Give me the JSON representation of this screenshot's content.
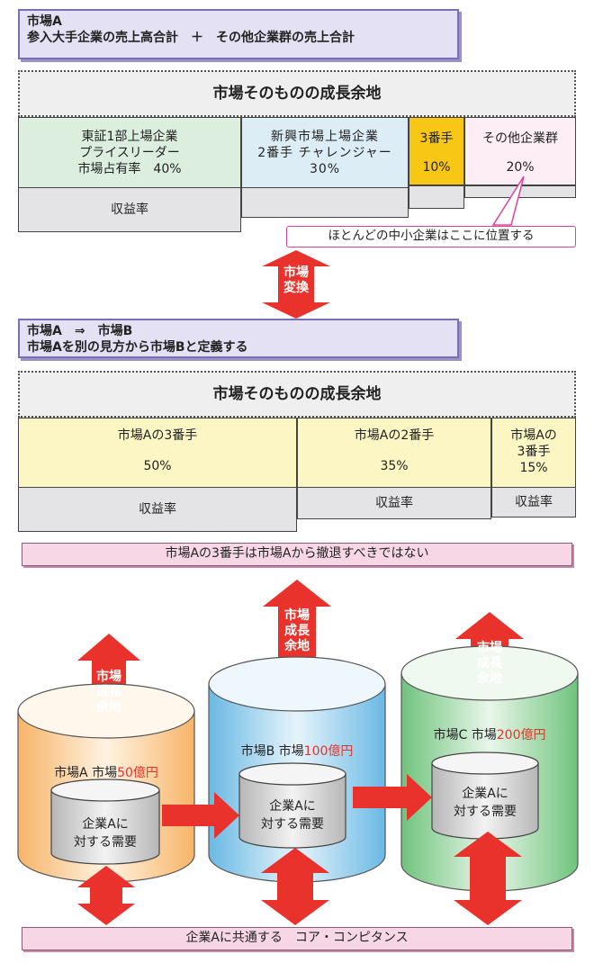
{
  "section1": {
    "title_line1": "市場A",
    "title_line2": "参入大手企業の売上高合計　＋　その他企業群の売上合計",
    "growth": "市場そのものの成長余地",
    "cells": [
      {
        "lines": [
          "東証1部上場企業",
          "プライスリーダー",
          "市場占有率　40%"
        ],
        "color": "#dcefdf"
      },
      {
        "lines": [
          "新興市場上場企業",
          "2番手 チャレンジャー",
          "30%"
        ],
        "color": "#dcedf6"
      },
      {
        "lines": [
          "3番手",
          "10%"
        ],
        "color": "#f8c716"
      },
      {
        "lines": [
          "その他企業群",
          "20%"
        ],
        "color": "#fceef4"
      }
    ],
    "profit": "収益率",
    "callout": "ほとんどの中小企業はここに位置する"
  },
  "transform": {
    "line1": "市場",
    "line2": "変換"
  },
  "section2": {
    "title_line1": "市場A　⇒　市場B",
    "title_line2": "市場Aを別の見方から市場Bと定義する",
    "growth": "市場そのものの成長余地",
    "cells": [
      {
        "lines": [
          "市場Aの3番手",
          "50%"
        ]
      },
      {
        "lines": [
          "市場Aの2番手",
          "35%"
        ]
      },
      {
        "lines": [
          "市場Aの",
          "3番手",
          "15%"
        ]
      }
    ],
    "profit": [
      "収益率",
      "収益率",
      "収益率"
    ],
    "banner": "市場Aの3番手は市場Aから撤退すべきではない"
  },
  "section3": {
    "growth_arrow": [
      "市場",
      "成長",
      "余地"
    ],
    "cylinders": [
      {
        "name": "市場A 市場",
        "value": "50億円",
        "color": "#f9c98d"
      },
      {
        "name": "市場B 市場",
        "value": "100億円",
        "color": "#8ccbea"
      },
      {
        "name": "市場C 市場",
        "value": "200億円",
        "color": "#9fd6a7"
      }
    ],
    "demand": [
      "企業Aに",
      "対する需要"
    ],
    "core": "企業Aに共通する　コア・コンピタンス"
  }
}
